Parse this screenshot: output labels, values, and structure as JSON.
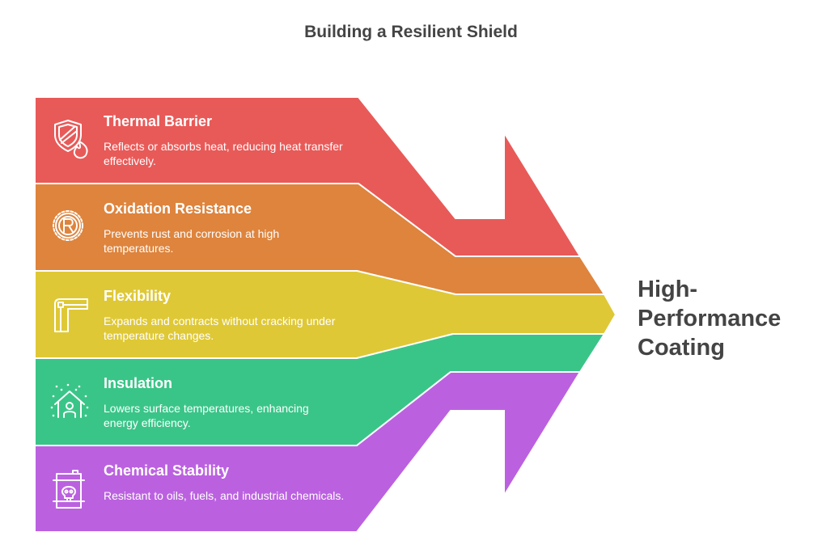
{
  "title": "Building a Resilient Shield",
  "result": {
    "line1": "High-",
    "line2": "Performance",
    "line3": "Coating"
  },
  "items": [
    {
      "title": "Thermal Barrier",
      "desc": "Reflects or absorbs heat, reducing heat transfer effectively.",
      "icon": "shield-fire-icon",
      "color": "#e85a58"
    },
    {
      "title": "Oxidation Resistance",
      "desc": "Prevents rust and corrosion at high temperatures.",
      "icon": "gear-r-icon",
      "color": "#de843d"
    },
    {
      "title": "Flexibility",
      "desc": "Expands and contracts without cracking under temperature changes.",
      "icon": "pipe-elbow-icon",
      "color": "#dfc836"
    },
    {
      "title": "Insulation",
      "desc": "Lowers surface temperatures, enhancing energy efficiency.",
      "icon": "house-person-icon",
      "color": "#3ac588"
    },
    {
      "title": "Chemical Stability",
      "desc": "Resistant to oils, fuels, and industrial chemicals.",
      "icon": "chemical-barrel-icon",
      "color": "#bb61e0"
    }
  ]
}
